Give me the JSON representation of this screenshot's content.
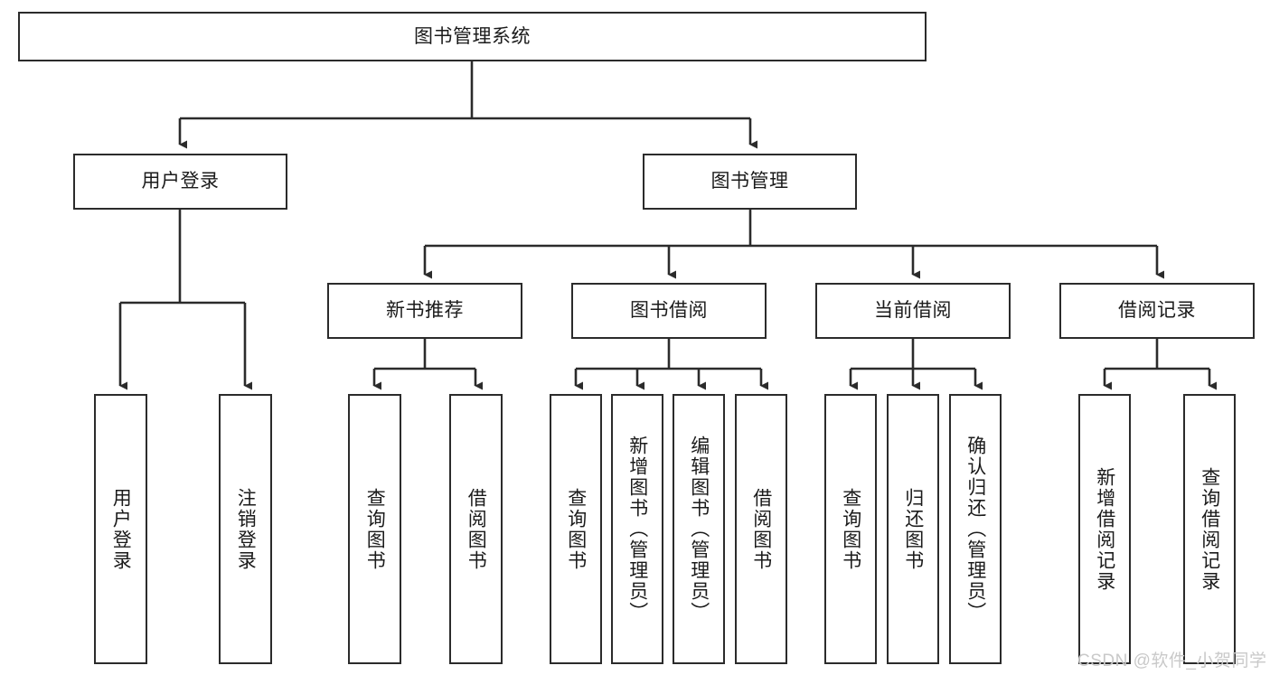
{
  "diagram": {
    "type": "tree-hierarchy",
    "title_node": "图书管理系统",
    "watermark": "CSDN @软件_小贺同学",
    "colors": {
      "box_border": "#2b2b2b",
      "box_fill": "#ffffff",
      "connector": "#2b2b2b",
      "text": "#1b1b1b",
      "watermark": "#c9c9c9",
      "background": "#ffffff"
    },
    "root": {
      "label": "图书管理系统"
    },
    "level2": [
      {
        "label": "用户登录"
      },
      {
        "label": "图书管理"
      }
    ],
    "level3": [
      {
        "label": "新书推荐"
      },
      {
        "label": "图书借阅"
      },
      {
        "label": "当前借阅"
      },
      {
        "label": "借阅记录"
      }
    ],
    "leaves": {
      "user_login": [
        {
          "label": "用户登录"
        },
        {
          "label": "注销登录"
        }
      ],
      "new_book_recommend": [
        {
          "label": "查询图书"
        },
        {
          "label": "借阅图书"
        }
      ],
      "book_borrow": [
        {
          "label": "查询图书"
        },
        {
          "label": "新增图书（管理员）"
        },
        {
          "label": "编辑图书（管理员）"
        },
        {
          "label": "借阅图书"
        }
      ],
      "current_borrow": [
        {
          "label": "查询图书"
        },
        {
          "label": "归还图书"
        },
        {
          "label": "确认归还（管理员）"
        }
      ],
      "borrow_record": [
        {
          "label": "新增借阅记录"
        },
        {
          "label": "查询借阅记录"
        }
      ]
    }
  }
}
